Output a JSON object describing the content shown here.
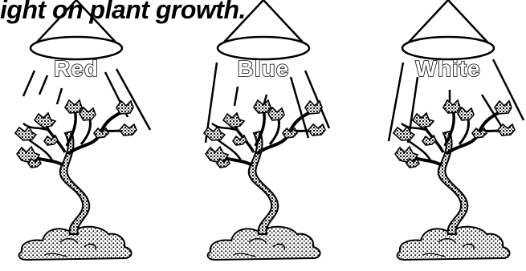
{
  "title": "ight on plant growth.",
  "lamps": [
    {
      "label": "Red"
    },
    {
      "label": "Blue"
    },
    {
      "label": "White"
    }
  ]
}
